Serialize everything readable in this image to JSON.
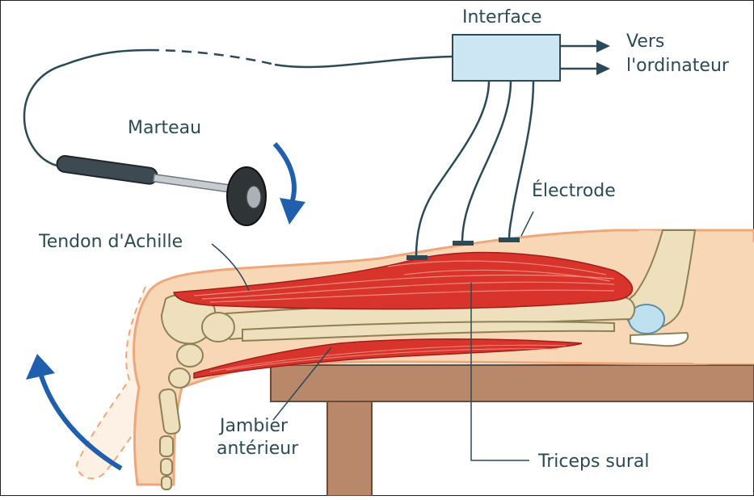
{
  "labels": {
    "interface": "Interface",
    "to_computer_line1": "Vers",
    "to_computer_line2": "l'ordinateur",
    "hammer": "Marteau",
    "electrode": "Électrode",
    "achilles_tendon": "Tendon d'Achille",
    "tibialis_line1": "Jambier",
    "tibialis_line2": "antérieur",
    "triceps": "Triceps sural"
  },
  "colors": {
    "skin": "#f8d7b6",
    "skin_outline": "#eea77a",
    "bone": "#eee0bc",
    "bone_outline": "#8c8156",
    "muscle": "#d8342c",
    "muscle_line": "#f08a7e",
    "wire": "#2b4a58",
    "interface_box": "#cce6f4",
    "arrow_blue": "#1f5fad",
    "table": "#b9876a",
    "table_edge": "#6b4a35",
    "text": "#2b4a58"
  }
}
